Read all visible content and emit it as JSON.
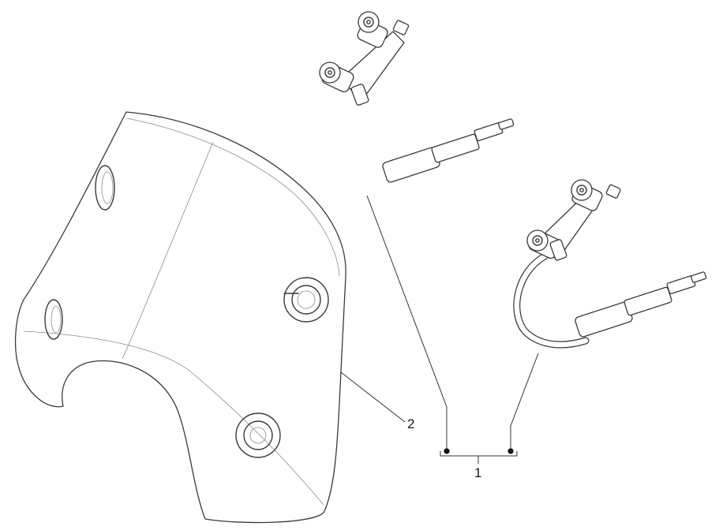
{
  "callouts": {
    "part_1": "1",
    "part_2": "2"
  },
  "parts": [
    {
      "callout": "1",
      "icon": "brake-hose-assembly-icon",
      "count_drawn": 2
    },
    {
      "callout": "2",
      "icon": "windshield-cover-icon",
      "count_drawn": 1
    }
  ],
  "colors": {
    "line": "#3a3a3a",
    "background": "#ffffff"
  }
}
